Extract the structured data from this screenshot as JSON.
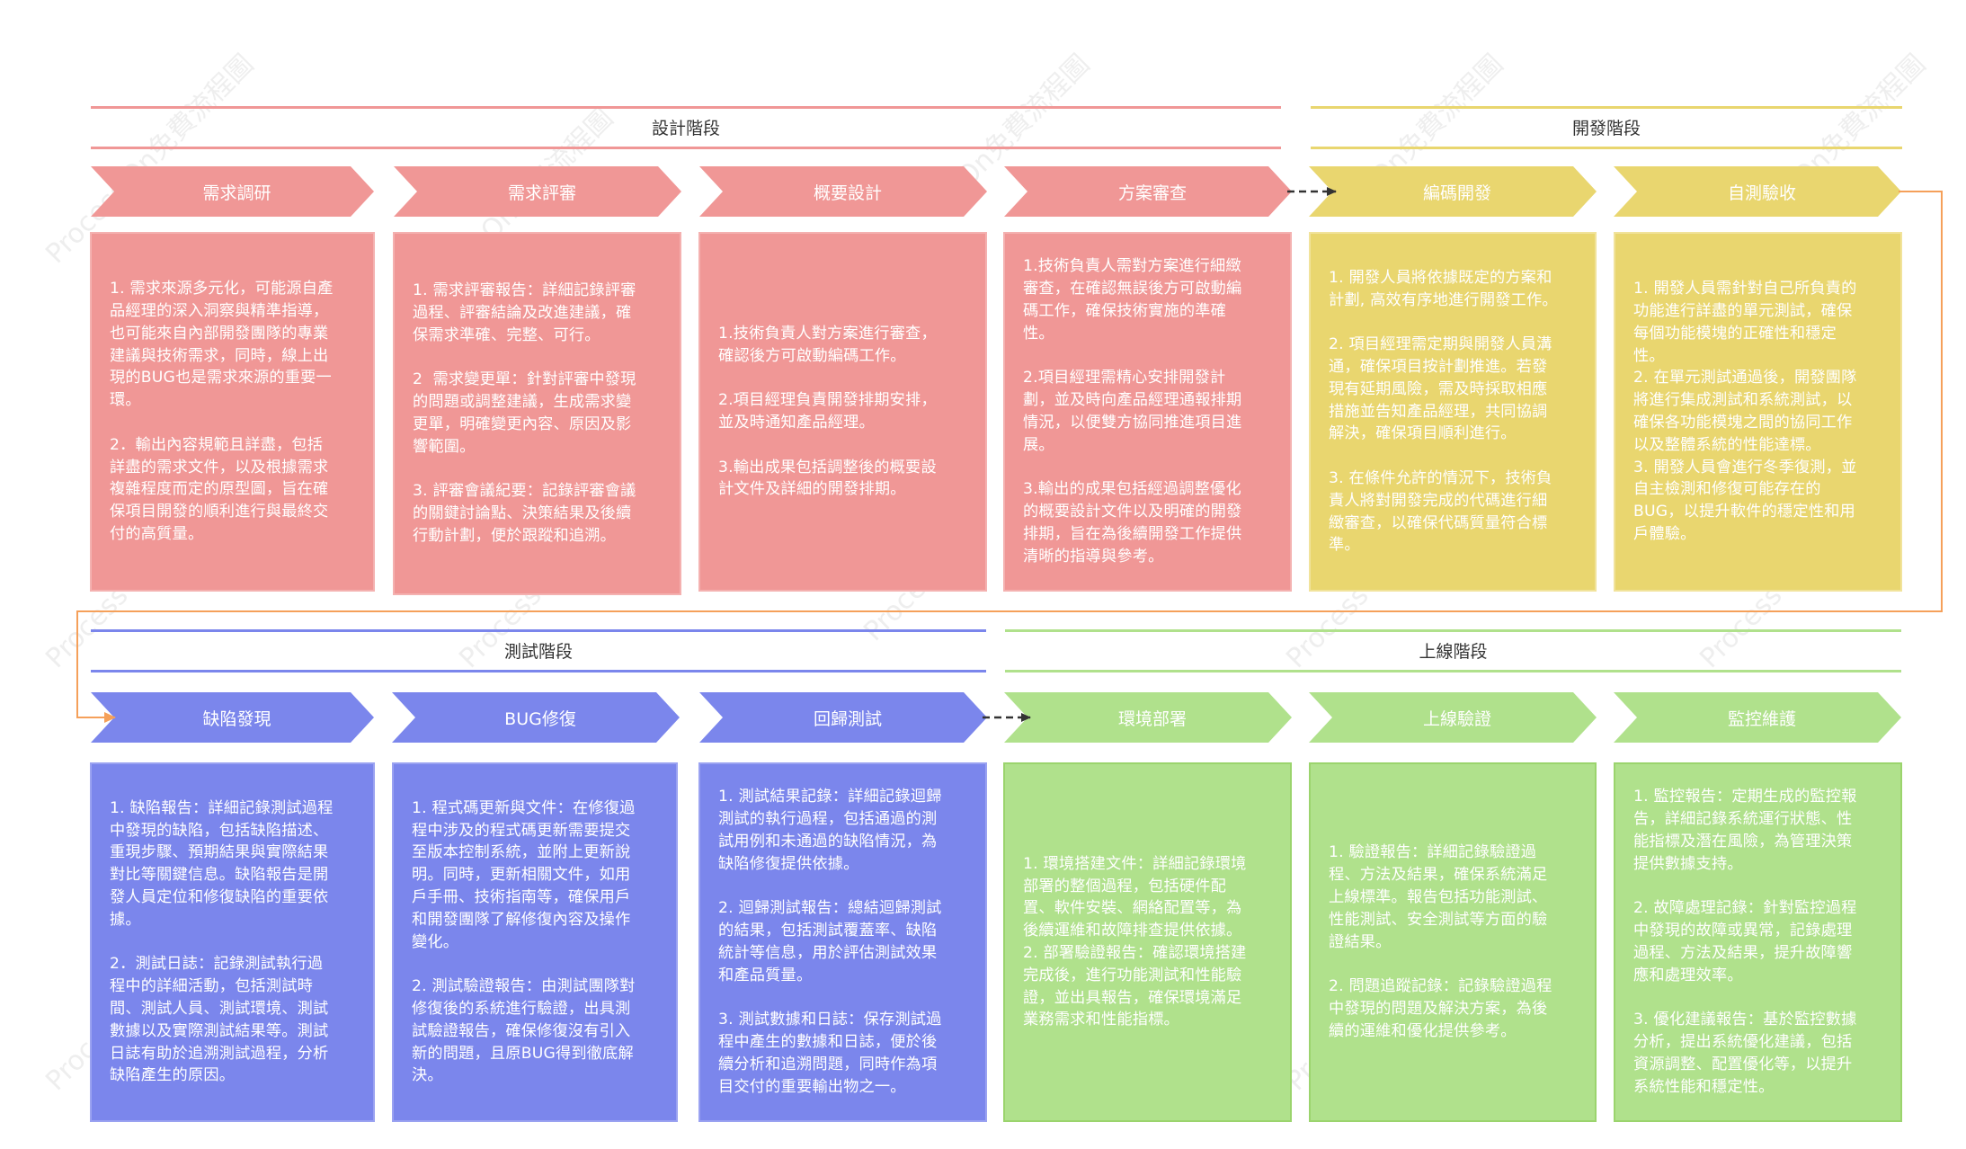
{
  "colors": {
    "design": "#f09796",
    "develop": "#e9d66f",
    "test": "#7b86ec",
    "launch": "#b0e18c",
    "connector_orange": "#f5a05a",
    "connector_dark": "#333333"
  },
  "phases": {
    "design": {
      "title": "設計階段"
    },
    "develop": {
      "title": "開發階段"
    },
    "test": {
      "title": "測試階段"
    },
    "launch": {
      "title": "上線階段"
    }
  },
  "steps": [
    {
      "label": "需求調研",
      "text": "1. 需求來源多元化，可能源自產\n品經理的深入洞察與精準指導，\n也可能來自內部開發團隊的專業\n建議與技術需求，同時，線上出\n現的BUG也是需求來源的重要一\n環。\n\n2．輸出內容規範且詳盡，包括\n詳盡的需求文件，以及根據需求\n複雜程度而定的原型圖，旨在確\n保項目開發的順利進行與最終交\n付的高質量。"
    },
    {
      "label": "需求評審",
      "text": "1. 需求評審報告：詳細記錄評審\n過程、評審結論及改進建議，確\n保需求準確、完整、可行。\n\n2  需求變更單：針對評審中發現\n的問題或調整建議，生成需求變\n更單，明確變更內容、原因及影\n響範圍。\n\n3. 評審會議紀要：記錄評審會議\n的關鍵討論點、決策結果及後續\n行動計劃，便於跟蹤和追溯。"
    },
    {
      "label": "概要設計",
      "text": "1.技術負責人對方案進行審查，\n確認後方可啟動編碼工作。\n\n2.項目經理負責開發排期安排，\n並及時通知產品經理。\n\n3.輸出成果包括調整後的概要設\n計文件及詳細的開發排期。"
    },
    {
      "label": "方案審查",
      "text": "1.技術負責人需對方案進行細緻\n審查，在確認無誤後方可啟動編\n碼工作，確保技術實施的準確\n性。\n\n2.項目經理需精心安排開發計\n劃，並及時向產品經理通報排期\n情況，以便雙方協同推進項目進\n展。\n\n3.輸出的成果包括經過調整優化\n的概要設計文件以及明確的開發\n排期，旨在為後續開發工作提供\n清晰的指導與參考。"
    },
    {
      "label": "編碼開發",
      "text": "1. 開發人員將依據既定的方案和\n計劃, 高效有序地進行開發工作。\n\n2. 項目經理需定期與開發人員溝\n通，確保項目按計劃推進。若發\n現有延期風險，需及時採取相應\n措施並告知產品經理，共同協調\n解決，確保項目順利進行。\n\n3. 在條件允許的情況下，技術負\n責人將對開發完成的代碼進行細\n緻審查，以確保代碼質量符合標\n準。"
    },
    {
      "label": "自測驗收",
      "text": "1. 開發人員需針對自己所負責的\n功能進行詳盡的單元測試，確保\n每個功能模塊的正確性和穩定\n性。\n2. 在單元測試通過後，開發團隊\n將進行集成測試和系統測試，以\n確保各功能模塊之間的協同工作\n以及整體系統的性能達標。\n3. 開發人員會進行冬季復測，並\n自主檢測和修復可能存在的\nBUG，以提升軟件的穩定性和用\n戶體驗。"
    },
    {
      "label": "缺陷發現",
      "text": "1. 缺陷報告：詳細記錄測試過程\n中發現的缺陷，包括缺陷描述、\n重現步驟、預期結果與實際結果\n對比等關鍵信息。缺陷報告是開\n發人員定位和修復缺陷的重要依\n據。\n\n2．測試日誌：記錄測試執行過\n程中的詳細活動，包括測試時\n間、測試人員、測試環境、測試\n數據以及實際測試結果等。測試\n日誌有助於追溯測試過程，分析\n缺陷產生的原因。"
    },
    {
      "label": "BUG修復",
      "text": "1. 程式碼更新與文件：在修復過\n程中涉及的程式碼更新需要提交\n至版本控制系統，並附上更新說\n明。同時，更新相關文件，如用\n戶手冊、技術指南等，確保用戶\n和開發團隊了解修復內容及操作\n變化。\n\n2. 測試驗證報告：由測試團隊對\n修復後的系統進行驗證，出具測\n試驗證報告，確保修復沒有引入\n新的問題，且原BUG得到徹底解\n決。"
    },
    {
      "label": "回歸測試",
      "text": "1. 測試結果記錄：詳細記錄迴歸\n測試的執行過程，包括通過的測\n試用例和未通過的缺陷情況，為\n缺陷修復提供依據。\n\n2. 迴歸測試報告：總結迴歸測試\n的結果，包括測試覆蓋率、缺陷\n統計等信息，用於評估測試效果\n和產品質量。\n\n3. 測試數據和日誌：保存測試過\n程中產生的數據和日誌，便於後\n續分析和追溯問題，同時作為項\n目交付的重要輸出物之一。"
    },
    {
      "label": "環境部署",
      "text": "1. 環境搭建文件：詳細記錄環境\n部署的整個過程，包括硬件配\n置、軟件安裝、網絡配置等，為\n後續運維和故障排查提供依據。\n2. 部署驗證報告：確認環境搭建\n完成後，進行功能測試和性能驗\n證，並出具報告，確保環境滿足\n業務需求和性能指標。"
    },
    {
      "label": "上線驗證",
      "text": "1. 驗證報告：詳細記錄驗證過\n程、方法及結果，確保系統滿足\n上線標準。報告包括功能測試、\n性能測試、安全測試等方面的驗\n證結果。\n\n2. 問題追蹤記錄：記錄驗證過程\n中發現的問題及解決方案，為後\n續的運維和優化提供參考。"
    },
    {
      "label": "監控維護",
      "text": "1. 監控報告：定期生成的監控報\n告，詳細記錄系統運行狀態、性\n能指標及潛在風險，為管理決策\n提供數據支持。\n\n2. 故障處理記錄：針對監控過程\n中發現的故障或異常，記錄處理\n過程、方法及結果，提升故障響\n應和處理效率。\n\n3. 優化建議報告：基於監控數據\n分析，提出系統優化建議，包括\n資源調整、配置優化等，以提升\n系統性能和穩定性。"
    }
  ]
}
